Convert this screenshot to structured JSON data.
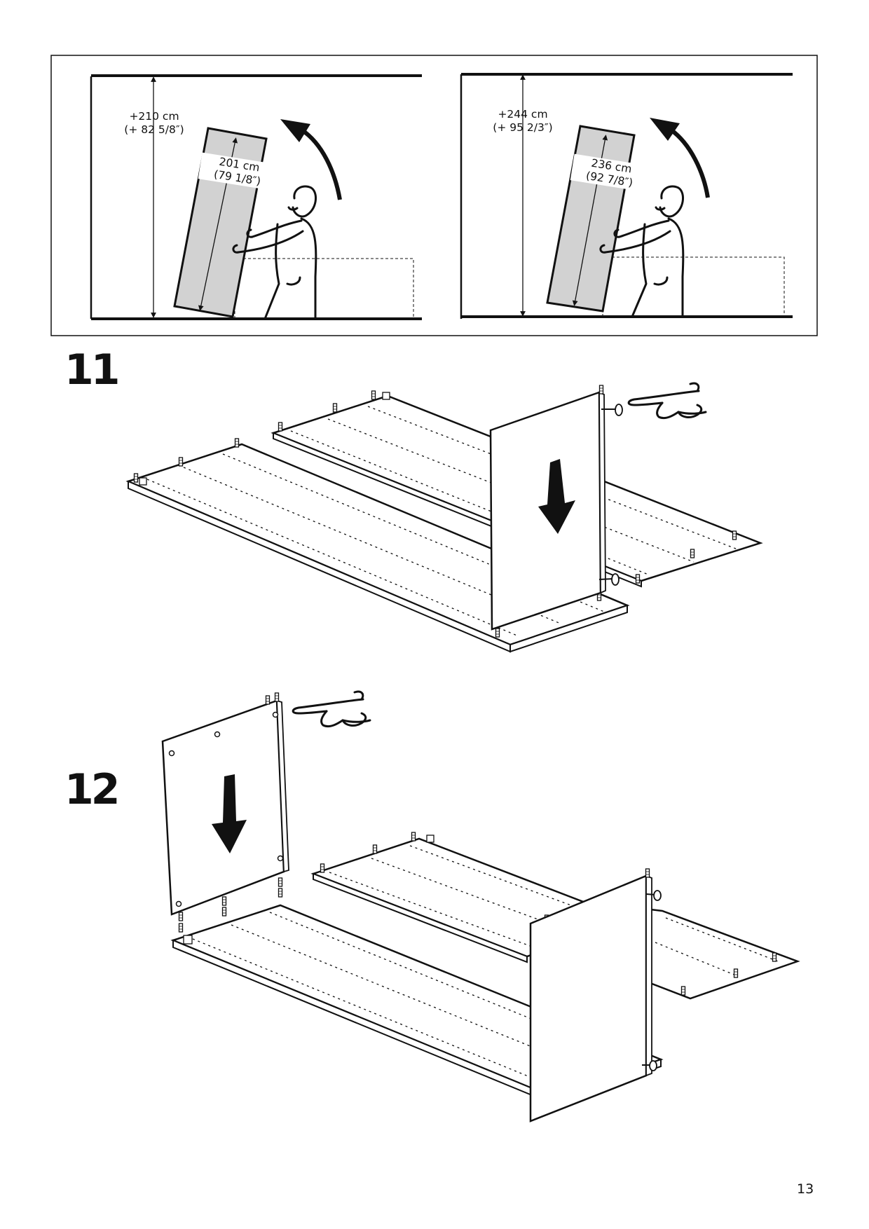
{
  "clearance": {
    "left": {
      "height_cm": "+210 cm",
      "height_in": "(+ 82 5/8″)",
      "panel_cm": "201 cm",
      "panel_in": "(79 1/8″)"
    },
    "right": {
      "height_cm": "+244 cm",
      "height_in": "(+ 95 2/3″)",
      "panel_cm": "236 cm",
      "panel_in": "(92 7/8″)"
    }
  },
  "steps": [
    {
      "number": "11"
    },
    {
      "number": "12"
    }
  ],
  "page_number": "13",
  "icons": [
    "rotate-arrow-icon",
    "pointing-hand-icon",
    "down-arrow-icon",
    "dowel-icon",
    "cam-bolt-icon"
  ]
}
